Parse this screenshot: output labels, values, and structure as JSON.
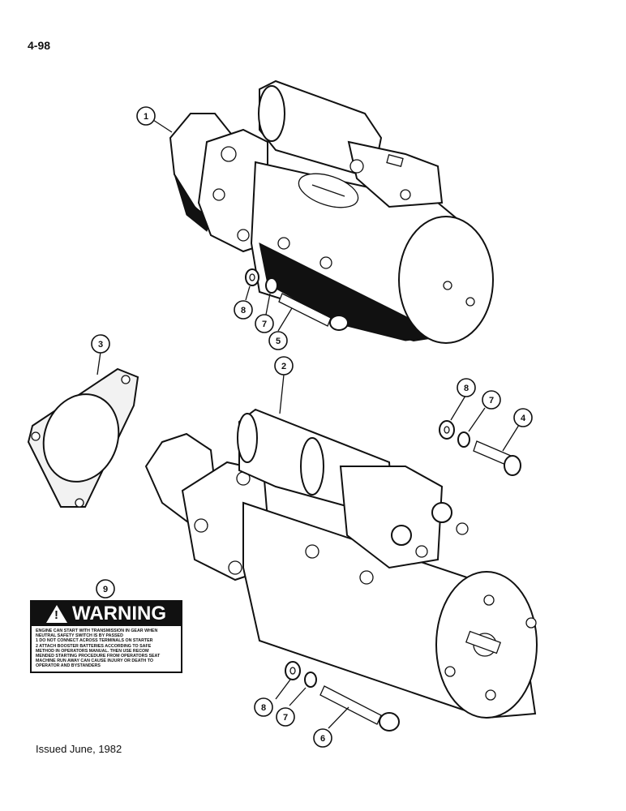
{
  "page": {
    "number": "4-98",
    "footer": "Issued June, 1982"
  },
  "callouts": [
    {
      "id": "1",
      "label": "1"
    },
    {
      "id": "2",
      "label": "2"
    },
    {
      "id": "3",
      "label": "3"
    },
    {
      "id": "4",
      "label": "4"
    },
    {
      "id": "5",
      "label": "5"
    },
    {
      "id": "6",
      "label": "6"
    },
    {
      "id": "7a",
      "label": "7"
    },
    {
      "id": "7b",
      "label": "7"
    },
    {
      "id": "7c",
      "label": "7"
    },
    {
      "id": "8a",
      "label": "8"
    },
    {
      "id": "8b",
      "label": "8"
    },
    {
      "id": "8c",
      "label": "8"
    },
    {
      "id": "9",
      "label": "9"
    }
  ],
  "warning_decal": {
    "header": "WARNING",
    "symbol": "!",
    "lines": [
      "ENGINE CAN START WITH TRANSMISSION IN GEAR WHEN",
      "NEUTRAL SAFETY SWITCH IS BY PASSED",
      "1 DO NOT CONNECT ACROSS TERMINALS ON STARTER",
      "2 ATTACH BOOSTER BATTERIES ACCORDING TO SAFE",
      "METHOD IN OPERATORS MANUAL. THEN USE RECOM",
      "MENDED STARTING PROCEDURE FROM OPERATORS SEAT",
      "MACHINE RUN AWAY CAN CAUSE INJURY OR DEATH TO",
      "OPERATOR AND BYSTANDERS"
    ]
  },
  "colors": {
    "ink": "#111111",
    "paper": "#ffffff"
  }
}
